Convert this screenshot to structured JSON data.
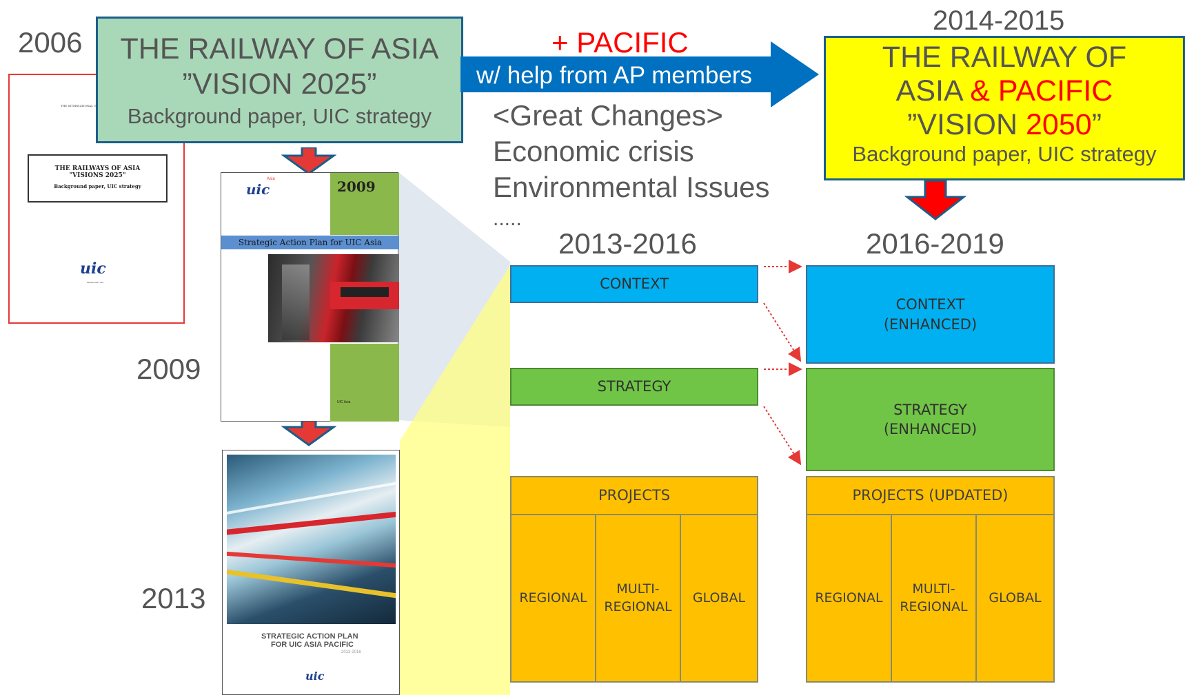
{
  "years": {
    "y2006": "2006",
    "y2009": "2009",
    "y2013": "2013",
    "y2014_2015": "2014-2015",
    "y2013_2016": "2013-2016",
    "y2016_2019": "2016-2019"
  },
  "vision2025": {
    "line1": "THE RAILWAY OF ASIA",
    "line2": "”VISION 2025”",
    "line3": "Background paper, UIC strategy"
  },
  "vision2050": {
    "line1": "THE RAILWAY OF",
    "line2a": "ASIA ",
    "line2b": "& PACIFIC",
    "line3a": "”VISION ",
    "line3b": "2050",
    "line3c": "”",
    "line4": "Background paper, UIC strategy"
  },
  "arrow": {
    "plus_pacific": "+ PACIFIC",
    "help": "w/ help from AP members"
  },
  "changes": {
    "line1": "<Great Changes>",
    "line2": "Economic crisis",
    "line3": "Environmental Issues",
    "line4": "....."
  },
  "doc2006": {
    "top": "THE INTERNATIONAL UNION OF RAILWAYS",
    "title1": "THE RAILWAYS OF ASIA",
    "title2": "\"VISIONS 2025\"",
    "subtitle": "Background paper, UIC strategy",
    "logo": "uic",
    "footer": "Section Asia - UIC"
  },
  "doc2009": {
    "logo": "uic",
    "logo_tag": "Asia",
    "year": "2009",
    "title": "Strategic Action Plan for UIC Asia",
    "footer": "UIC Asia"
  },
  "doc2013": {
    "title1": "STRATEGIC ACTION PLAN",
    "title2": "FOR UIC ASIA PACIFIC",
    "period": "2013-2016",
    "logo": "uic"
  },
  "plan2013": {
    "context": "CONTEXT",
    "strategy": "STRATEGY",
    "projects": "PROJECTS",
    "regional": "REGIONAL",
    "multi1": "MULTI-",
    "multi2": "REGIONAL",
    "global": "GLOBAL"
  },
  "plan2016": {
    "context1": "CONTEXT",
    "context2": "(ENHANCED)",
    "strategy1": "STRATEGY",
    "strategy2": "(ENHANCED)",
    "projects": "PROJECTS (UPDATED)",
    "regional": "REGIONAL",
    "multi1": "MULTI-",
    "multi2": "REGIONAL",
    "global": "GLOBAL"
  },
  "colors": {
    "green_box": "#a9d8b8",
    "yellow_box": "#ffff00",
    "blue_arrow": "#0070c0",
    "red_text": "#ff0000",
    "context_blue": "#00b0f0",
    "strategy_green": "#70c547",
    "projects_orange": "#ffc000"
  }
}
